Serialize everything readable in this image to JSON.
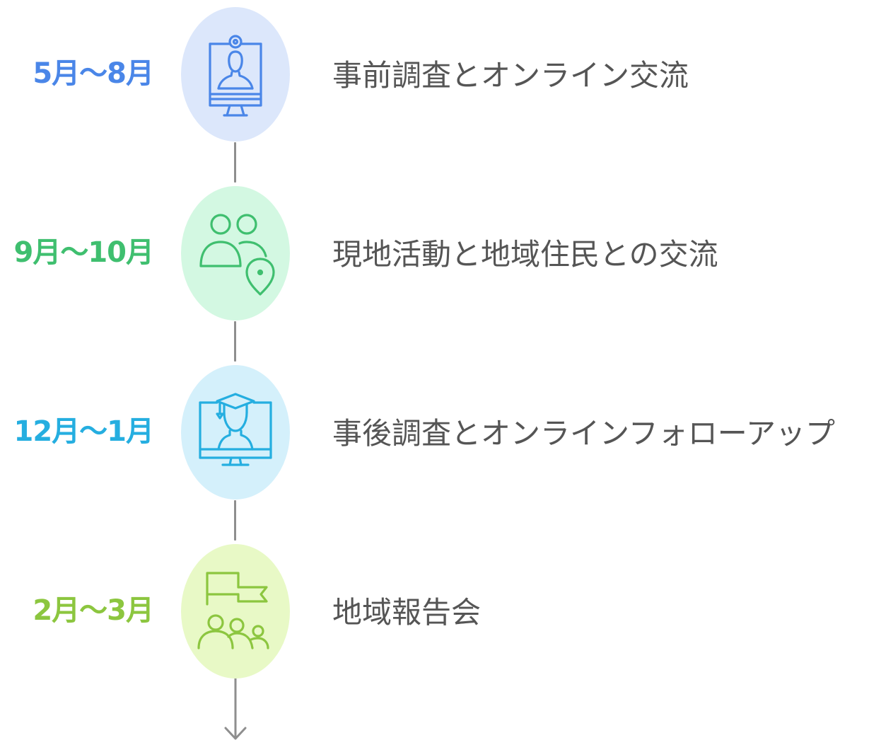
{
  "steps": [
    {
      "period": "5月～8月",
      "description": "事前調査とオンライン交流",
      "icon": "online-video-call-icon",
      "color": "#4a86e8",
      "bg": "#dce7fb"
    },
    {
      "period": "9月～10月",
      "description": "現地活動と地域住民との交流",
      "icon": "people-location-icon",
      "color": "#3fbf6f",
      "bg": "#d3f8e2"
    },
    {
      "period": "12月～1月",
      "description": "事後調査とオンラインフォローアップ",
      "icon": "online-graduate-icon",
      "color": "#25aee0",
      "bg": "#d4f0fb"
    },
    {
      "period": "2月～3月",
      "description": "地域報告会",
      "icon": "flag-community-icon",
      "color": "#8cc63f",
      "bg": "#e8f9c6"
    }
  ],
  "connector_color": "#8e8e8e"
}
